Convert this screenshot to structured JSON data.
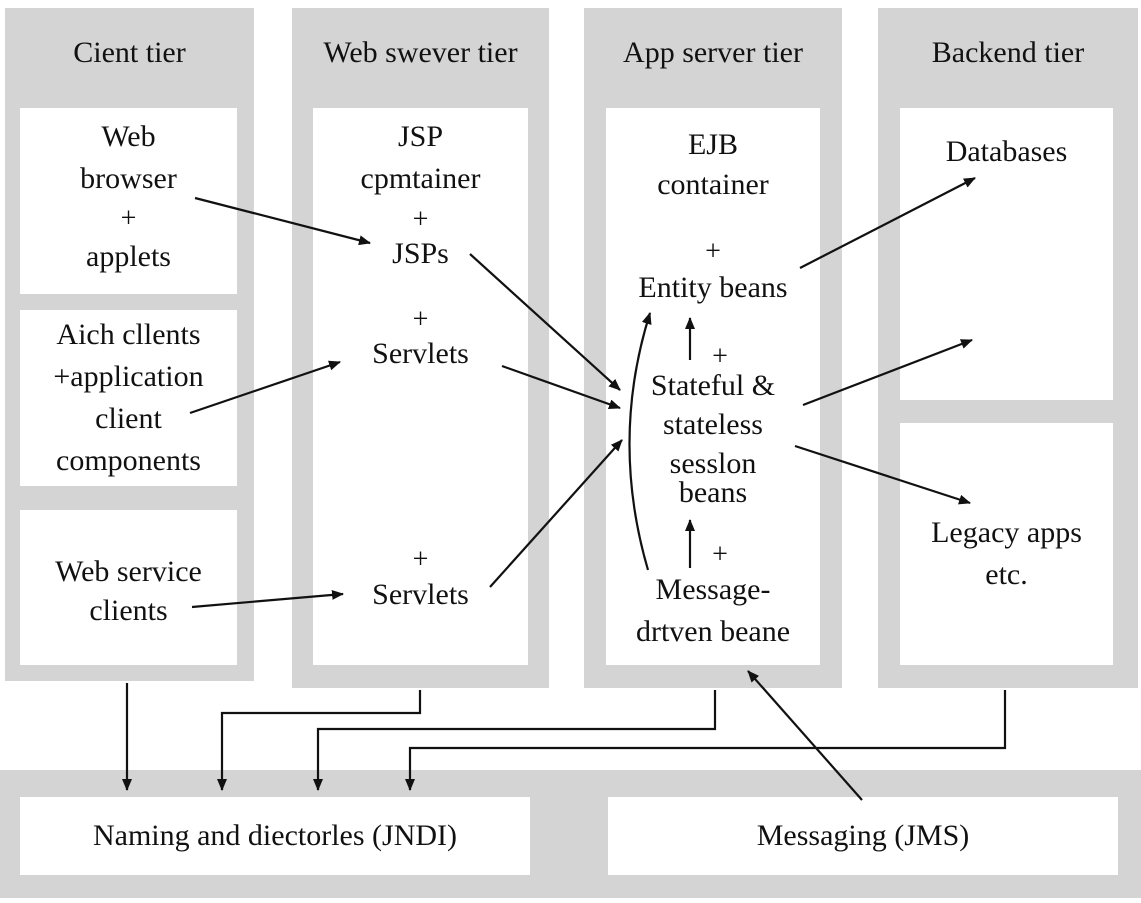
{
  "tiers": {
    "client": "Cient tier",
    "web": "Web swever tier",
    "app": "App server tier",
    "backend": "Backend tier"
  },
  "client": {
    "browser": [
      "Web",
      "browser",
      "+",
      "applets"
    ],
    "rich": [
      "Aich cllents",
      "+application",
      "client",
      "components"
    ],
    "ws": [
      "Web service",
      "clients"
    ]
  },
  "web": {
    "container": [
      "JSP",
      "cpmtainer"
    ],
    "plus": "+",
    "jsps": "JSPs",
    "servlets1": "Servlets",
    "servlets2": "Servlets"
  },
  "app": {
    "container": [
      "EJB",
      "container"
    ],
    "plus": "+",
    "entity": "Entity beans",
    "session": [
      "Stateful &",
      "stateless",
      "sesslon",
      "beans"
    ],
    "mdb": [
      "Message-",
      "drtven beane"
    ]
  },
  "backend": {
    "databases": "Databases",
    "legacy": [
      "Legacy apps",
      "etc."
    ]
  },
  "services": {
    "jndi": "Naming and diectorles (JNDI)",
    "jms": "Messaging (JMS)"
  },
  "colors": {
    "tier_bg": "#d4d4d4",
    "box_bg": "#ffffff",
    "ink": "#111111"
  }
}
